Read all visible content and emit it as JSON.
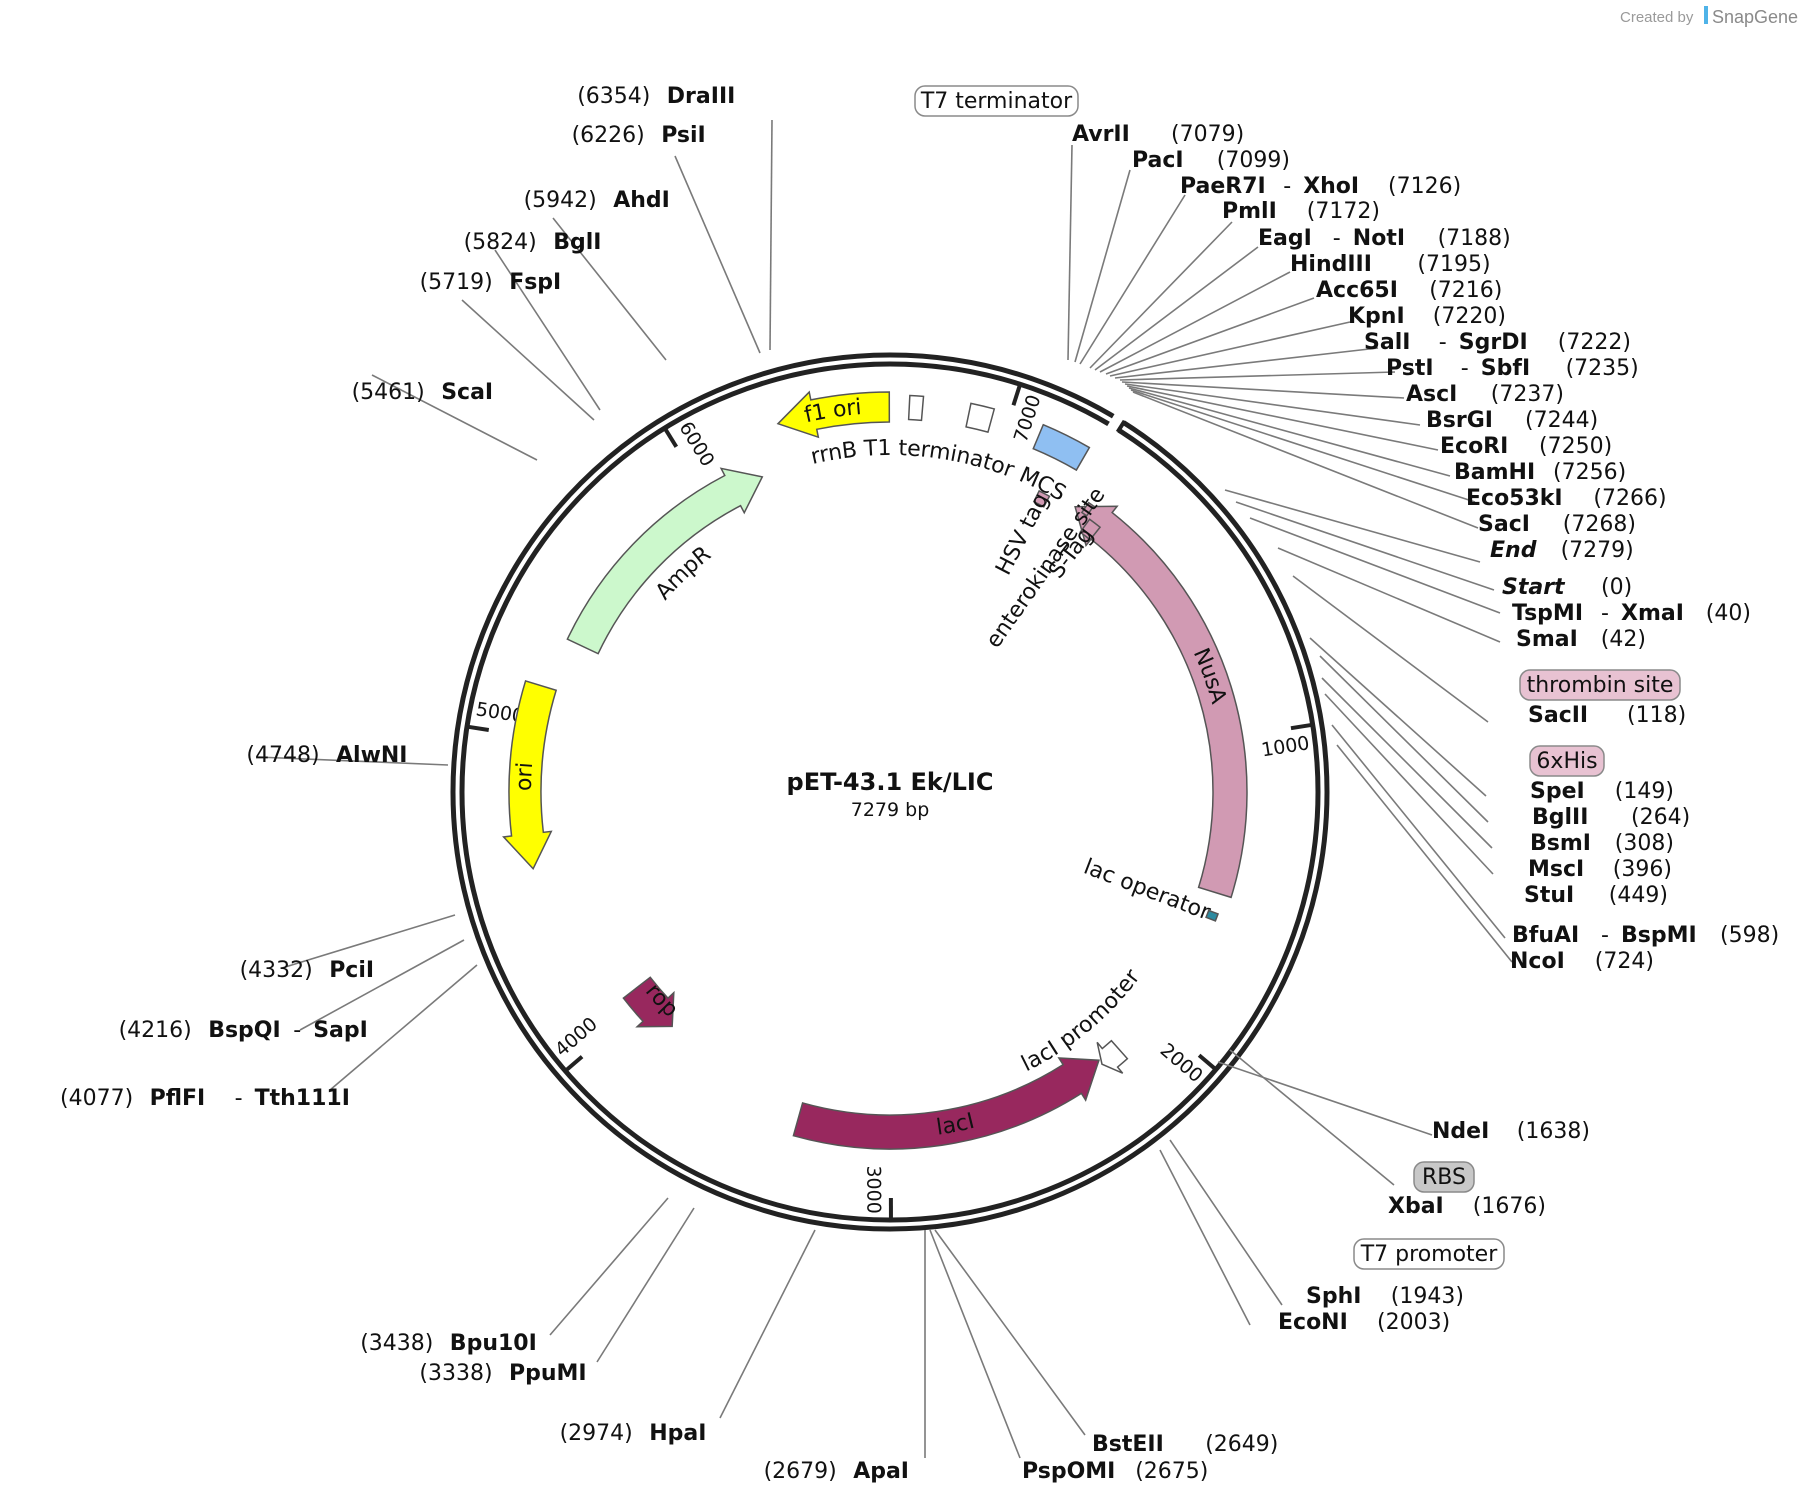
{
  "plasmid": {
    "name": "pET-43.1 Ek/LIC",
    "length_label": "7279 bp",
    "length_bp": 7279,
    "origin_angle_deg": 31.5
  },
  "credit": {
    "prefix": "Created by",
    "brand": "SnapGene"
  },
  "ticks": [
    {
      "bp": 1000,
      "label": "1000"
    },
    {
      "bp": 2000,
      "label": "2000"
    },
    {
      "bp": 3000,
      "label": "3000"
    },
    {
      "bp": 4000,
      "label": "4000"
    },
    {
      "bp": 5000,
      "label": "5000"
    },
    {
      "bp": 6000,
      "label": "6000"
    },
    {
      "bp": 7000,
      "label": "7000"
    }
  ],
  "features": [
    {
      "name": "NusA",
      "color": "#d19ab3",
      "start": 30,
      "end": 1530,
      "dir": -1,
      "label": "NusA",
      "label_pos": "inside"
    },
    {
      "name": "lacI",
      "color": "#98285e",
      "start": 2236,
      "end": 3320,
      "dir": -1,
      "label": "lacI",
      "label_pos": "inside",
      "label_color": "#ffffff"
    },
    {
      "name": "rop",
      "color": "#98285e",
      "start": 3870,
      "end": 4060,
      "dir": -1,
      "label": "rop",
      "label_pos": "inner"
    },
    {
      "name": "ori",
      "color": "#ffff00",
      "start": 4577,
      "end": 5165,
      "dir": -1,
      "label": "ori",
      "label_pos": "inside"
    },
    {
      "name": "AmpR",
      "color": "#ccf8cc",
      "start": 5335,
      "end": 6196,
      "dir": 1,
      "label": "AmpR",
      "label_pos": "inner"
    },
    {
      "name": "f1 ori",
      "color": "#ffff00",
      "start": 6300,
      "end": 6640,
      "dir": -1,
      "label": "f1 ori",
      "label_pos": "inside"
    },
    {
      "name": "lacI promoter",
      "color": "#ffffff",
      "start": 2160,
      "end": 2236,
      "dir": 1,
      "label": "lacI promoter",
      "label_pos": "inner"
    },
    {
      "name": "lac operator",
      "color": "#2c8aa0",
      "start": 1595,
      "end": 1620,
      "dir": 0,
      "label": "lac operator",
      "label_pos": "inner"
    },
    {
      "name": "rrnB T1 terminator",
      "color": "#ffffff",
      "start": 6700,
      "end": 6740,
      "dir": 0,
      "label": "rrnB T1 terminator",
      "label_pos": "inner"
    },
    {
      "name": "T7 terminator box",
      "color": "#ffffff",
      "start": 6880,
      "end": 6950,
      "dir": 0,
      "label": "",
      "label_pos": "inner"
    },
    {
      "name": "MCS",
      "color": "#8fbff2",
      "start": 7100,
      "end": 7250,
      "dir": 0,
      "label": "MCS",
      "label_pos": "inner"
    },
    {
      "name": "HSV tag",
      "color": "#d19ab3",
      "start": 7175,
      "end": 7215,
      "dir": 0,
      "label": "HSV tag",
      "label_pos": "inner"
    },
    {
      "name": "enterokinase site",
      "color": "#d19ab3",
      "start": 60,
      "end": 80,
      "dir": 0,
      "label": "enterokinase site",
      "label_pos": "inner"
    },
    {
      "name": "S-Tag",
      "color": "#d19ab3",
      "start": 95,
      "end": 140,
      "dir": 0,
      "label": "S-Tag",
      "label_pos": "inner"
    }
  ],
  "boxed_features": [
    {
      "label": "T7 terminator",
      "bg": "#ffffff"
    },
    {
      "label": "thrombin site",
      "bg": "#e8c2d2"
    },
    {
      "label": "6xHis",
      "bg": "#e8c2d2"
    },
    {
      "label": "RBS",
      "bg": "#c8c8c8"
    },
    {
      "label": "T7 promoter",
      "bg": "#ffffff"
    }
  ],
  "sites": [
    {
      "names": [
        "DraIII"
      ],
      "pos": "(6354)"
    },
    {
      "names": [
        "PsiI"
      ],
      "pos": "(6226)"
    },
    {
      "names": [
        "AhdI"
      ],
      "pos": "(5942)"
    },
    {
      "names": [
        "BglI"
      ],
      "pos": "(5824)"
    },
    {
      "names": [
        "FspI"
      ],
      "pos": "(5719)"
    },
    {
      "names": [
        "ScaI"
      ],
      "pos": "(5461)"
    },
    {
      "names": [
        "AlwNI"
      ],
      "pos": "(4748)"
    },
    {
      "names": [
        "PciI"
      ],
      "pos": "(4332)"
    },
    {
      "names": [
        "BspQI",
        "SapI"
      ],
      "pos": "(4216)"
    },
    {
      "names": [
        "PflFI",
        "Tth111I"
      ],
      "pos": "(4077)"
    },
    {
      "names": [
        "Bpu10I"
      ],
      "pos": "(3438)"
    },
    {
      "names": [
        "PpuMI"
      ],
      "pos": "(3338)"
    },
    {
      "names": [
        "HpaI"
      ],
      "pos": "(2974)"
    },
    {
      "names": [
        "ApaI"
      ],
      "pos": "(2679)"
    },
    {
      "names": [
        "BstEII"
      ],
      "pos": "(2649)"
    },
    {
      "names": [
        "PspOMI"
      ],
      "pos": "(2675)"
    },
    {
      "names": [
        "SphI"
      ],
      "pos": "(1943)"
    },
    {
      "names": [
        "EcoNI"
      ],
      "pos": "(2003)"
    },
    {
      "names": [
        "NdeI"
      ],
      "pos": "(1638)"
    },
    {
      "names": [
        "XbaI"
      ],
      "pos": "(1676)"
    },
    {
      "names": [
        "AvrII"
      ],
      "pos": "(7079)"
    },
    {
      "names": [
        "PacI"
      ],
      "pos": "(7099)"
    },
    {
      "names": [
        "PaeR7I",
        "XhoI"
      ],
      "pos": "(7126)"
    },
    {
      "names": [
        "PmlI"
      ],
      "pos": "(7172)"
    },
    {
      "names": [
        "EagI",
        "NotI"
      ],
      "pos": "(7188)"
    },
    {
      "names": [
        "HindIII"
      ],
      "pos": "(7195)"
    },
    {
      "names": [
        "Acc65I"
      ],
      "pos": "(7216)"
    },
    {
      "names": [
        "KpnI"
      ],
      "pos": "(7220)"
    },
    {
      "names": [
        "SalI",
        "SgrDI"
      ],
      "pos": "(7222)"
    },
    {
      "names": [
        "PstI",
        "SbfI"
      ],
      "pos": "(7235)"
    },
    {
      "names": [
        "AscI"
      ],
      "pos": "(7237)"
    },
    {
      "names": [
        "BsrGI"
      ],
      "pos": "(7244)"
    },
    {
      "names": [
        "EcoRI"
      ],
      "pos": "(7250)"
    },
    {
      "names": [
        "BamHI"
      ],
      "pos": "(7256)"
    },
    {
      "names": [
        "Eco53kI"
      ],
      "pos": "(7266)"
    },
    {
      "names": [
        "SacI"
      ],
      "pos": "(7268)"
    },
    {
      "names": [
        "End"
      ],
      "pos": "(7279)",
      "italic": true
    },
    {
      "names": [
        "Start"
      ],
      "pos": "(0)",
      "italic": true
    },
    {
      "names": [
        "TspMI",
        "XmaI"
      ],
      "pos": "(40)"
    },
    {
      "names": [
        "SmaI"
      ],
      "pos": "(42)"
    },
    {
      "names": [
        "SacII"
      ],
      "pos": "(118)"
    },
    {
      "names": [
        "SpeI"
      ],
      "pos": "(149)"
    },
    {
      "names": [
        "BglII"
      ],
      "pos": "(264)"
    },
    {
      "names": [
        "BsmI"
      ],
      "pos": "(308)"
    },
    {
      "names": [
        "MscI"
      ],
      "pos": "(396)"
    },
    {
      "names": [
        "StuI"
      ],
      "pos": "(449)"
    },
    {
      "names": [
        "BfuAI",
        "BspMI"
      ],
      "pos": "(598)"
    },
    {
      "names": [
        "NcoI"
      ],
      "pos": "(724)"
    }
  ]
}
